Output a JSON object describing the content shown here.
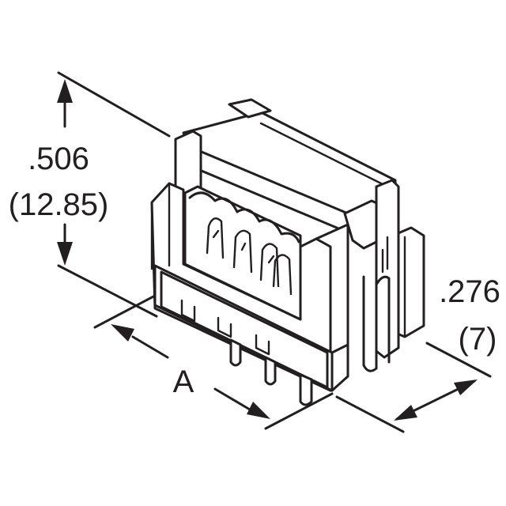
{
  "dimensions": {
    "height_inch": ".506",
    "height_mm": "(12.85)",
    "depth_inch": ".276",
    "depth_mm": "(7)",
    "length_label": "A"
  },
  "colors": {
    "ink": "#231f20",
    "background": "#ffffff"
  }
}
